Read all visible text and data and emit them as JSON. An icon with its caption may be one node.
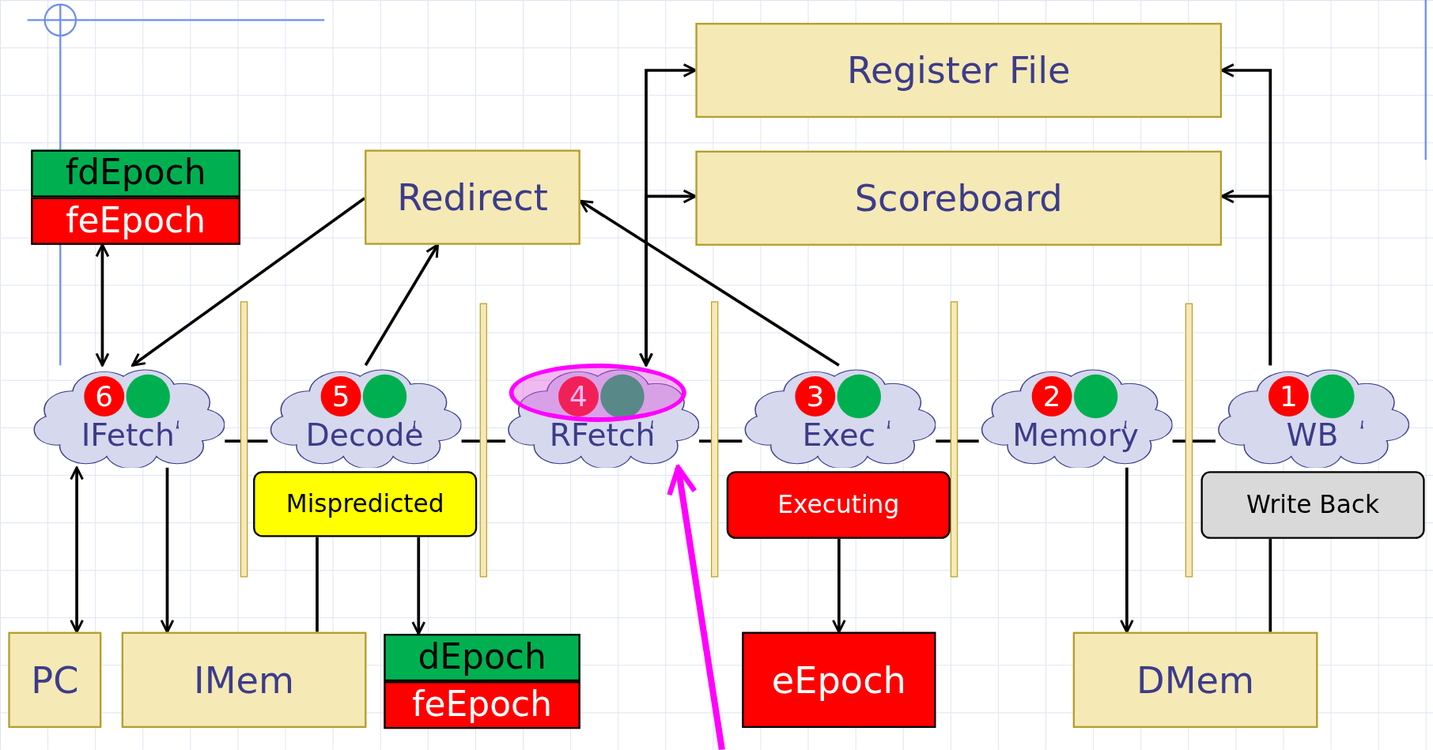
{
  "diagram": {
    "nodes": [
      {
        "text": [
          "Register File"
        ]
      },
      {
        "text": [
          "Scoreboard"
        ]
      },
      {
        "text": [
          "fdEpoch"
        ]
      },
      {
        "text": [
          "feEpoch"
        ]
      },
      {
        "text": [
          "Redirect"
        ]
      },
      {
        "text": [
          "6",
          "IFetch"
        ]
      },
      {
        "text": [],
        "shape": "bar"
      },
      {
        "text": [
          "5",
          "Decode"
        ]
      },
      {
        "text": [],
        "shape": "bar"
      },
      {
        "text": [
          "4",
          "RFetch"
        ]
      },
      {
        "text": [],
        "shape": "bar"
      },
      {
        "text": [
          "3",
          "Exec"
        ]
      },
      {
        "text": [],
        "shape": "bar"
      },
      {
        "text": [
          "2",
          "Memory"
        ]
      },
      {
        "text": [],
        "shape": "bar"
      },
      {
        "text": [
          "1",
          "WB"
        ]
      },
      {
        "text": [
          "Mispredicted"
        ]
      },
      {
        "text": [
          "Executing"
        ]
      },
      {
        "text": [
          "Write Back"
        ]
      },
      {
        "text": [
          "PC"
        ]
      },
      {
        "text": [
          "IMem"
        ]
      },
      {
        "text": [
          "dEpoch"
        ]
      },
      {
        "text": [
          "feEpoch"
        ]
      },
      {
        "text": [
          "eEpoch"
        ]
      },
      {
        "text": [
          "DMem"
        ]
      }
    ],
    "edges": [
      {
        "from": 4,
        "to": 5,
        "arrow": "to"
      },
      {
        "from": 7,
        "to": 4,
        "arrow": "to"
      },
      {
        "from": 11,
        "to": 4,
        "arrow": "to"
      },
      {
        "from": 3,
        "to": 5,
        "arrow": "both"
      },
      {
        "from": 5,
        "to": 19,
        "arrow": "both"
      },
      {
        "from": 5,
        "to": 20,
        "arrow": "to"
      },
      {
        "from": 16,
        "to": 20,
        "arrow": "none"
      },
      {
        "from": 16,
        "to": 21,
        "arrow": "to"
      },
      {
        "from": 9,
        "to": 0,
        "arrow": "both"
      },
      {
        "from": 9,
        "to": 1,
        "arrow": "both"
      },
      {
        "from": 15,
        "to": 0,
        "arrow": "to"
      },
      {
        "from": 15,
        "to": 1,
        "arrow": "to"
      },
      {
        "from": 17,
        "to": 23,
        "arrow": "to"
      },
      {
        "from": 13,
        "to": 24,
        "arrow": "to"
      },
      {
        "from": 18,
        "to": 24,
        "arrow": "none"
      },
      {
        "from": 5,
        "to": 6,
        "arrow": "none"
      },
      {
        "from": 6,
        "to": 7,
        "arrow": "none"
      },
      {
        "from": 7,
        "to": 8,
        "arrow": "none"
      },
      {
        "from": 8,
        "to": 9,
        "arrow": "none"
      },
      {
        "from": 9,
        "to": 10,
        "arrow": "none"
      },
      {
        "from": 10,
        "to": 11,
        "arrow": "none"
      },
      {
        "from": 11,
        "to": 12,
        "arrow": "none"
      },
      {
        "from": 12,
        "to": 13,
        "arrow": "none"
      },
      {
        "from": 13,
        "to": 14,
        "arrow": "none"
      },
      {
        "from": 14,
        "to": 15,
        "arrow": "none"
      },
      {
        "from": null,
        "to": 9,
        "arrow": "to",
        "style": "thick",
        "color": "#ff00ff"
      }
    ]
  }
}
